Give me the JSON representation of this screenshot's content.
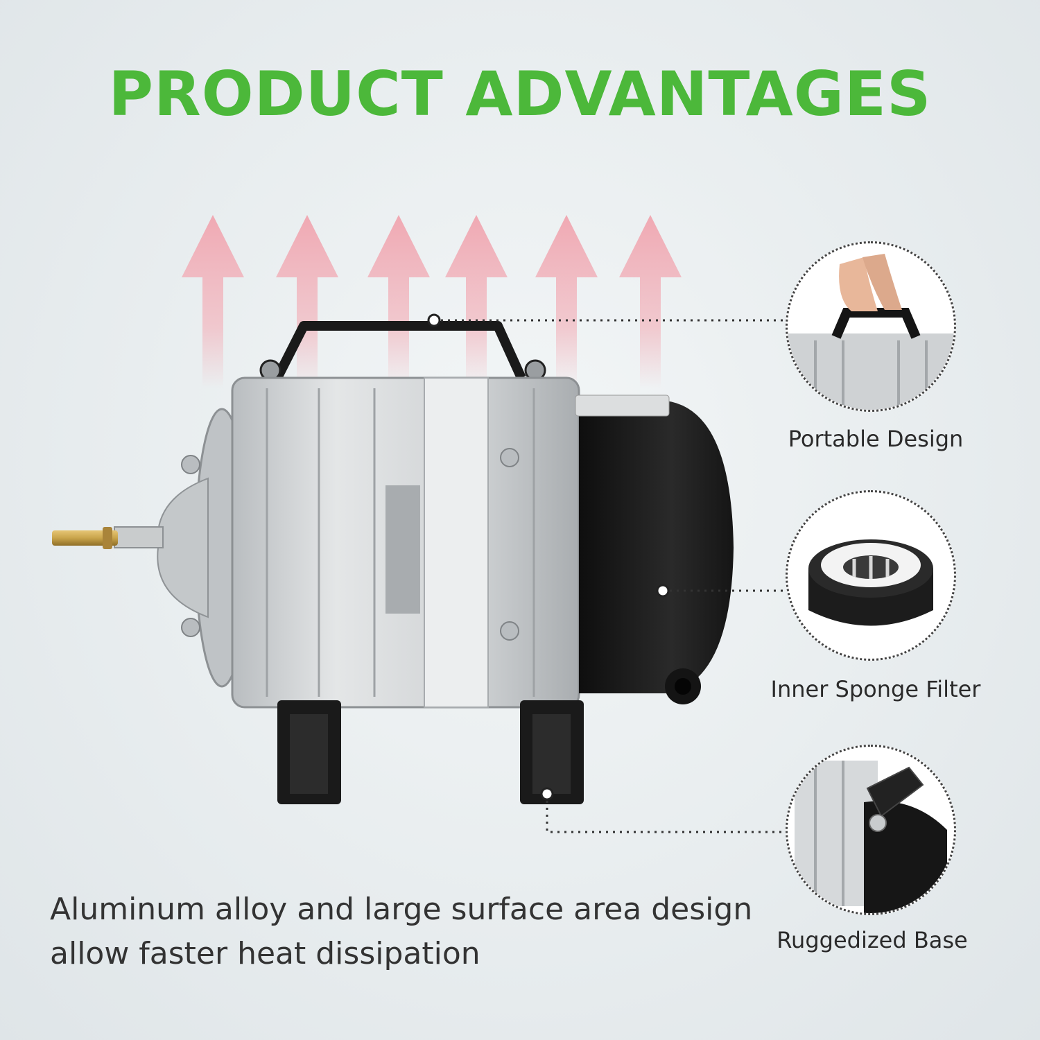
{
  "heading": "PRODUCT ADVANTAGES",
  "caption": {
    "line1": "Aluminum alloy and large surface area design",
    "line2": "allow faster heat dissipation"
  },
  "features": [
    {
      "label": "Portable Design",
      "icon": "handle-closeup"
    },
    {
      "label": "Inner Sponge Filter",
      "icon": "sponge-filter-closeup"
    },
    {
      "label": "Ruggedized Base",
      "icon": "base-closeup"
    }
  ],
  "colors": {
    "title_green": "#4cb83a",
    "heat_arrow": "#f2b7bf",
    "pump_body": "#d2d5d7",
    "motor_cap": "#1b1b1b",
    "brass_nozzle": "#c9a44b"
  }
}
